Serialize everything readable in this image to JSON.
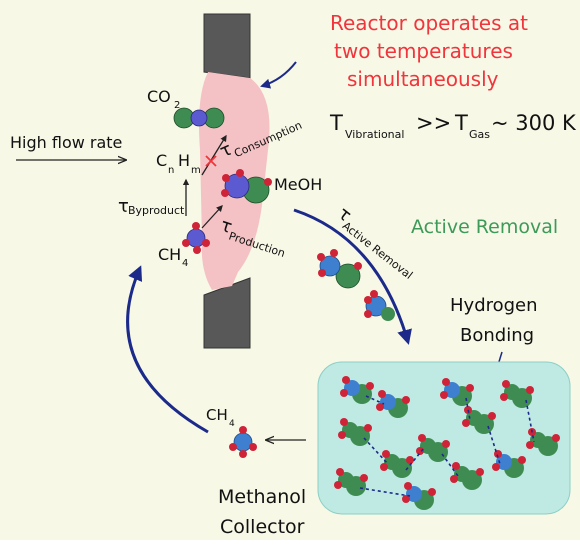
{
  "title_note": {
    "line1": "Reactor operates at",
    "line2": "two temperatures",
    "line3": "simultaneously"
  },
  "temperature": {
    "t_symbol": "T",
    "vib_sub": "Vibrational",
    "relation": ">>",
    "t_symbol2": "T",
    "gas_sub": "Gas",
    "approx": "~ 300 K"
  },
  "labels": {
    "high_flow_rate": "High flow rate",
    "co2": "CO",
    "co2_sub": "2",
    "c": "C",
    "n_sub": "n",
    "h": "H",
    "m_sub": "m",
    "meoh": "MeOH",
    "ch4": "CH",
    "ch4_sub": "4",
    "ch4_bottom": "CH",
    "ch4_bottom_sub": "4",
    "active_removal": "Active Removal",
    "hydrogen_bonding_1": "Hydrogen",
    "hydrogen_bonding_2": "Bonding",
    "collector_1": "Methanol",
    "collector_2": "Collector"
  },
  "taus": {
    "symbol": "τ",
    "consumption": "Consumption",
    "byproduct": "Byproduct",
    "production": "Production",
    "active_removal": "Active Removal"
  },
  "colors": {
    "background": "#f7f8e6",
    "plasma": "#f4c2c4",
    "electrode": "#585858",
    "collector": "#bfe9e3",
    "note_red": "#f0353d",
    "green_text": "#3d9a59",
    "arrow_navy": "#1c2a8a",
    "carbon_green": "#3f8c52",
    "oxygen_red": "#cf2438",
    "hydrogen_blue": "#3e7fd0"
  }
}
